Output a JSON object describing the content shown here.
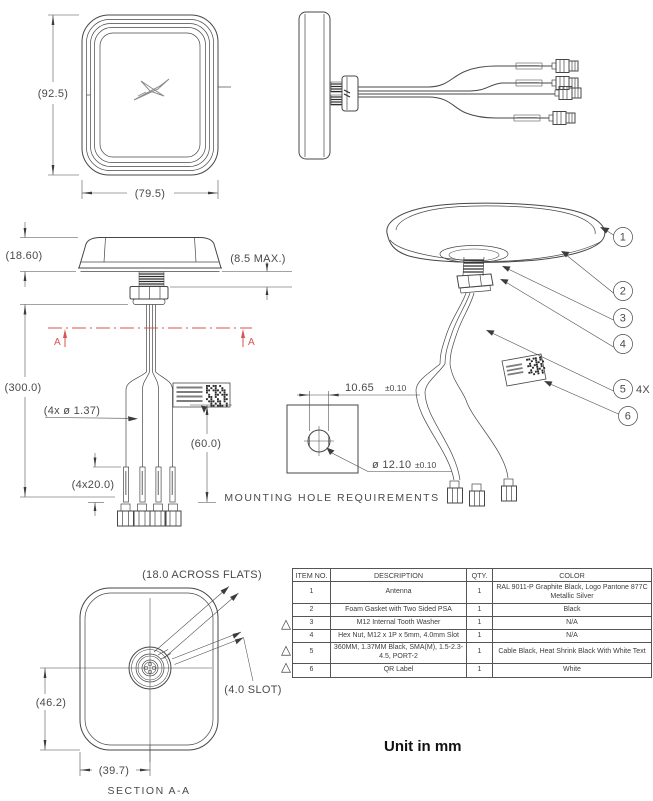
{
  "drawing": {
    "unit_note": "Unit in mm",
    "top_view": {
      "height_dim": "(92.5)",
      "width_dim": "(79.5)"
    },
    "front_view": {
      "height_dim": "(18.60)",
      "protrusion_dim": "(8.5 MAX.)",
      "cable_length_dim": "(300.0)",
      "cable_diameter_dim": "(4x ø 1.37)",
      "label_position_dim": "(60.0)",
      "heat_shrink_dim": "(4x20.0)",
      "section_marker": "A"
    },
    "mounting_hole": {
      "across_flats_value": "10.65",
      "across_flats_tol": "±0.10",
      "diameter_value": "ø 12.10",
      "diameter_tol": "±0.10",
      "title": "MOUNTING HOLE REQUIREMENTS"
    },
    "iso_view": {
      "balloons": [
        "1",
        "2",
        "3",
        "4",
        "5",
        "6"
      ],
      "balloon_5_qty": "4X"
    },
    "section_view": {
      "across_flats_dim": "(18.0 ACROSS FLATS)",
      "slot_dim": "(4.0 SLOT)",
      "height_dim": "(46.2)",
      "width_dim": "(39.7)",
      "title": "SECTION A-A"
    }
  },
  "bom": {
    "flag_glyph": "△",
    "headers": {
      "item": "ITEM NO.",
      "description": "DESCRIPTION",
      "qty": "QTY.",
      "color": "COLOR"
    },
    "rows": [
      {
        "item": "1",
        "desc": "Antenna",
        "qty": "1",
        "color": "RAL 9011-P Graphite Black, Logo Pantone 877C Metallic Silver"
      },
      {
        "item": "2",
        "desc": "Foam Gasket with Two Sided PSA",
        "qty": "1",
        "color": "Black"
      },
      {
        "item": "3",
        "desc": "M12 Internal Tooth Washer",
        "qty": "1",
        "color": "N/A"
      },
      {
        "item": "4",
        "desc": "Hex Nut, M12 x 1P x 5mm, 4.0mm Slot",
        "qty": "1",
        "color": "N/A"
      },
      {
        "item": "5",
        "desc": "360MM, 1.37MM Black, SMA(M), 1.5-2.3-4.5, PORT-2",
        "qty": "1",
        "color": "Cable Black, Heat Shrink Black With White Text"
      },
      {
        "item": "6",
        "desc": "QR Label",
        "qty": "1",
        "color": "White"
      }
    ]
  }
}
